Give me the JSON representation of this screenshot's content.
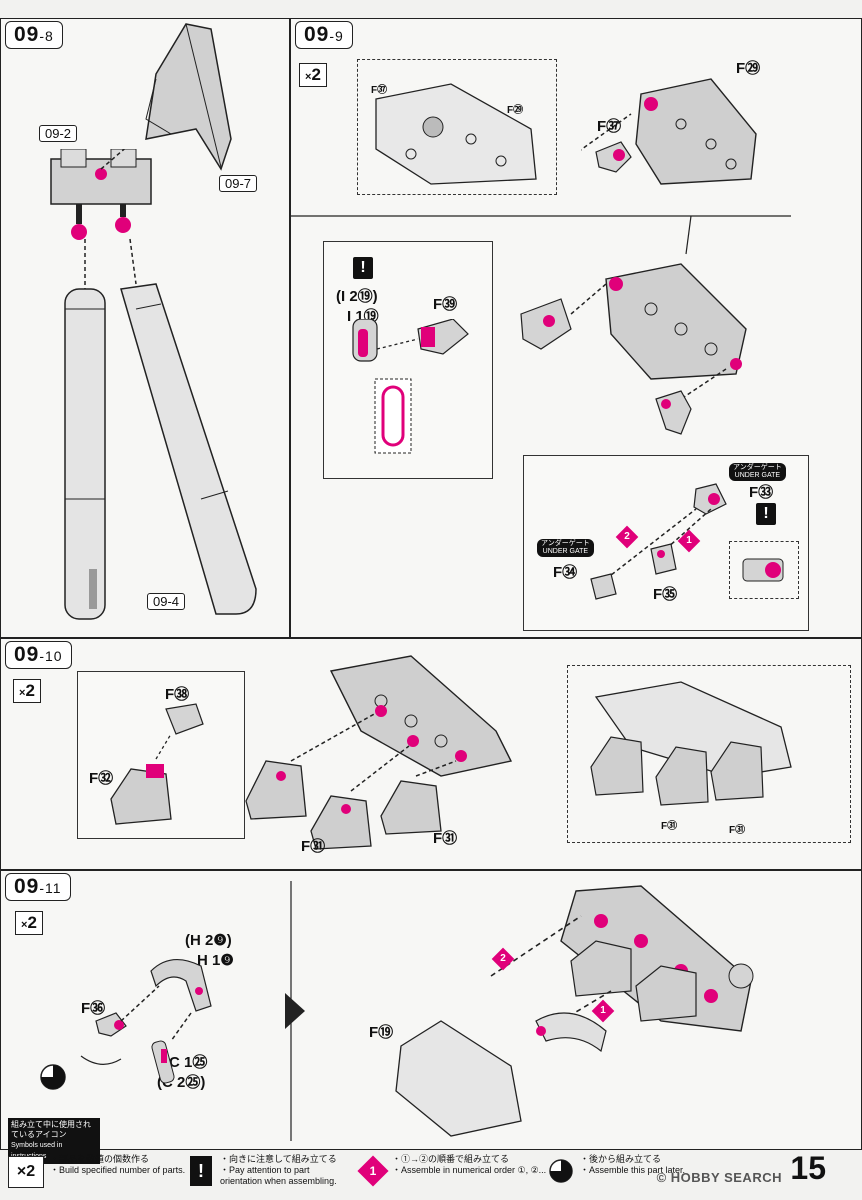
{
  "steps": {
    "s8": {
      "main": "09",
      "sub": "-8",
      "ref_a": "09-2",
      "ref_b": "09-7",
      "ref_c": "09-4"
    },
    "s9": {
      "main": "09",
      "sub": "-9",
      "mult": "×2",
      "labels": {
        "f37a": "F㊲",
        "f29a": "F㉙",
        "f37b": "F㊲",
        "f29b": "F㉙",
        "i2": "(I 2⑲)",
        "i1": "I 1⑲",
        "f39": "F㊴",
        "f33": "F㉝",
        "f34": "F㉞",
        "f35": "F㉟"
      },
      "gate_jp": "アンダーゲート",
      "gate_en": "UNDER GATE",
      "warn": "!",
      "d1": "1",
      "d2": "2"
    },
    "s10": {
      "main": "09",
      "sub": "-10",
      "mult": "×2",
      "labels": {
        "f38": "F㊳",
        "f32": "F㉜",
        "f31a": "F㉛",
        "f31b": "F㉛",
        "f31c": "F㉛",
        "f31d": "F㉛"
      }
    },
    "s11": {
      "main": "09",
      "sub": "-11",
      "mult": "×2",
      "labels": {
        "h2": "(H 2❾)",
        "h1": "H 1❾",
        "f36": "F㊱",
        "c1": "C 1㉕",
        "c2": "(C 2㉕)",
        "f19": "F⑲"
      },
      "d1": "1",
      "d2": "2"
    }
  },
  "legend": {
    "title_jp": "組み立て中に使用されているアイコン",
    "title_en": "Symbols used in instructions",
    "i1_icon": "×2",
    "i1_jp": "・部品を数値の個数作る",
    "i1_en": "・Build specified number of parts.",
    "i2_icon": "!",
    "i2_jp": "・向きに注意して組み立てる",
    "i2_en": "・Pay attention to part orientation when assembling.",
    "i3_icon": "1",
    "i3_jp": "・①→②の順番で組み立てる",
    "i3_en": "・Assemble in numerical order ①, ②...",
    "i4_jp": "・後から組み立てる",
    "i4_en": "・Assemble this part later."
  },
  "page_number": "15",
  "watermark": "© HOBBY SEARCH",
  "colors": {
    "accent": "#e0007a",
    "part": "#c9c9c9",
    "line": "#222222"
  }
}
